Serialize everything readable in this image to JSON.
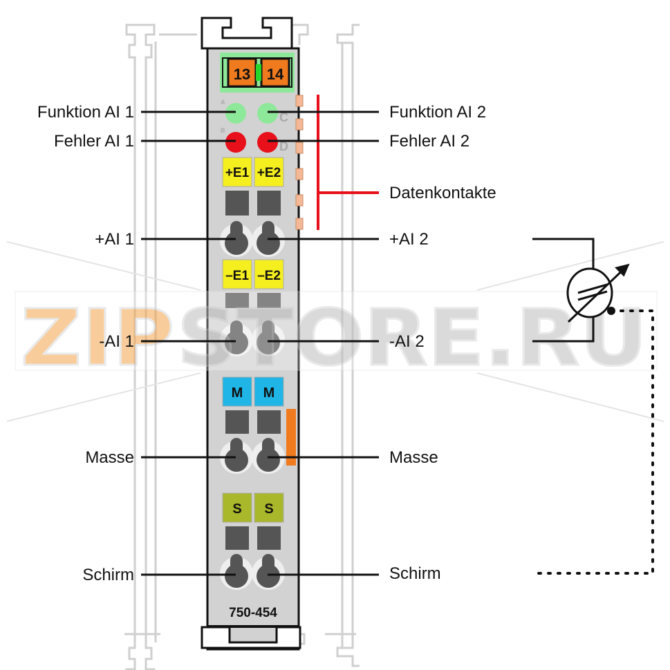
{
  "module": {
    "part_number": "750-454",
    "top_terminals": [
      "13",
      "14"
    ],
    "led_letters": [
      "A",
      "B",
      "C",
      "D"
    ],
    "terminals": [
      {
        "left": "+E1",
        "right": "+E2",
        "color": "#f5ef1f"
      },
      {
        "left": "–E1",
        "right": "–E2",
        "color": "#f5ef1f"
      },
      {
        "left": "M",
        "right": "M",
        "color": "#1fb5e6"
      },
      {
        "left": "S",
        "right": "S",
        "color": "#a9b82a"
      }
    ]
  },
  "labels": {
    "left": [
      "Funktion AI 1",
      "Fehler AI 1",
      "+AI 1",
      "-AI 1",
      "Masse",
      "Schirm"
    ],
    "right": [
      "Funktion AI 2",
      "Fehler AI 2",
      "Datenkontakte",
      "+AI 2",
      "-AI 2",
      "Masse",
      "Schirm"
    ]
  },
  "watermark": {
    "text_a": "ZIP",
    "text_b": "STORE.RU"
  },
  "colors": {
    "led_green": "#8ee89a",
    "led_red": "#e8101a",
    "orange": "#f07a1e",
    "data_contact": "#f5b896",
    "red_bracket": "#e8101a",
    "body_gray": "#cfcfcf",
    "top_green": "#8ee89a"
  },
  "icons": [
    "variable-resistor-symbol",
    "shield-dotted-line"
  ]
}
